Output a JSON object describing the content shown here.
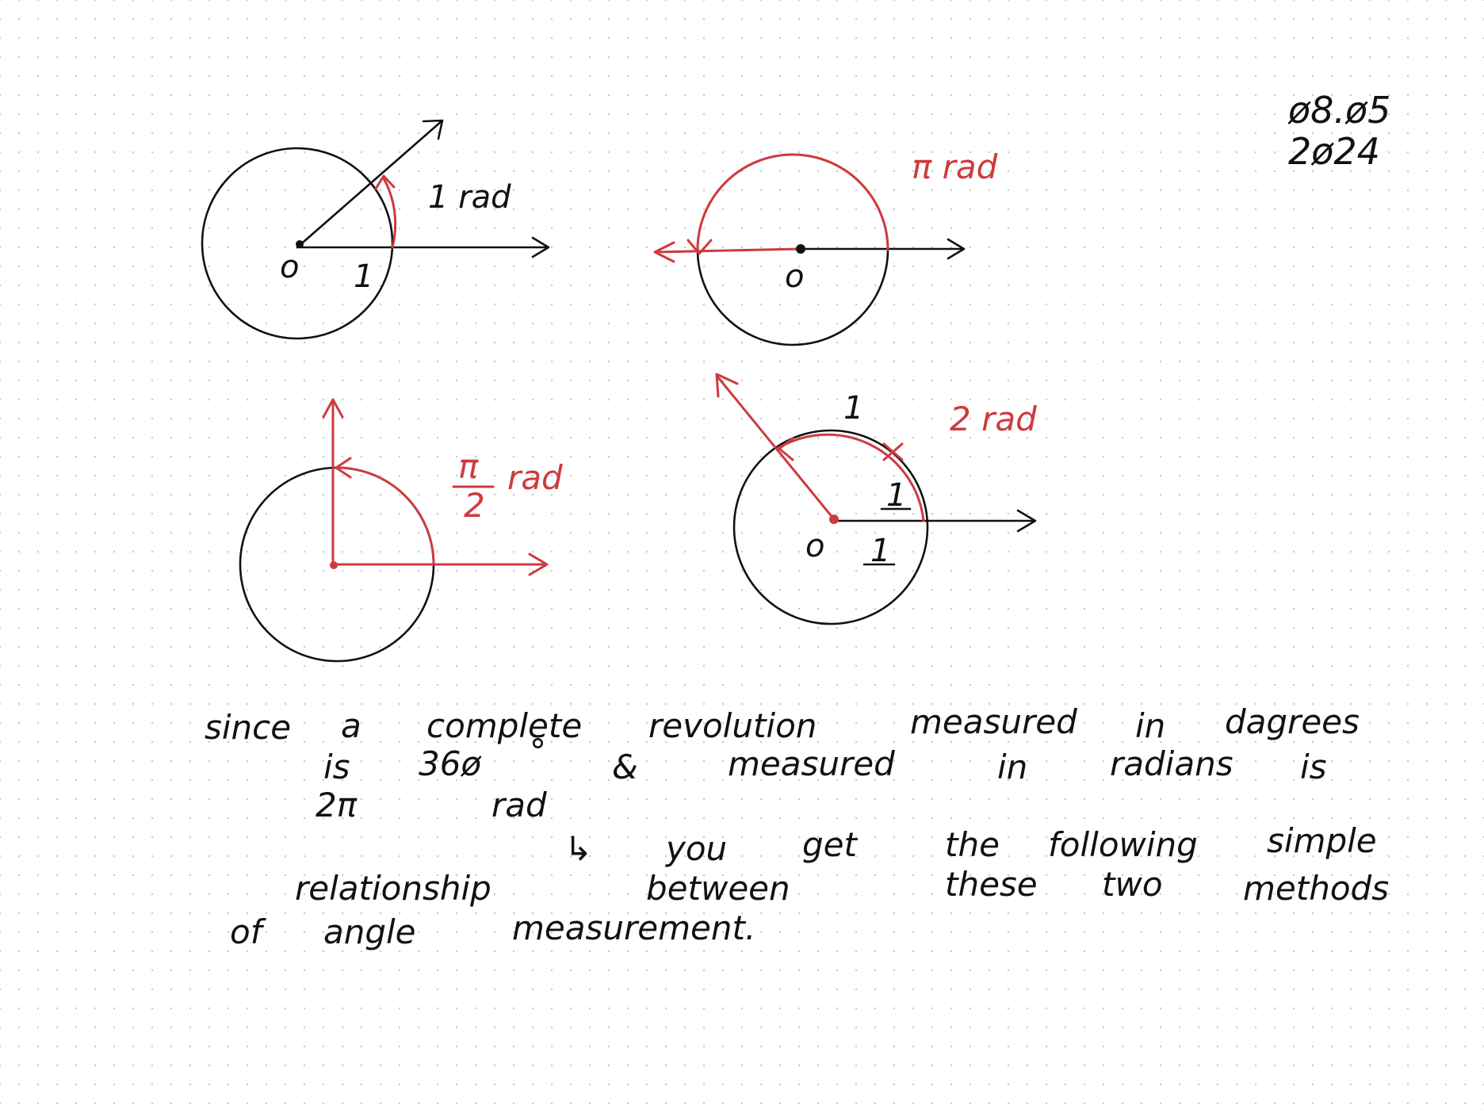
{
  "date": {
    "line1": "ø8.ø5",
    "line2": "2ø24"
  },
  "diagrams": {
    "one_rad": {
      "origin": "o",
      "radius": "1",
      "angle": "1 rad"
    },
    "pi_rad": {
      "origin": "o",
      "angle": "π rad"
    },
    "half_pi_rad": {
      "numerator": "π",
      "denominator": "2",
      "unit": "rad"
    },
    "two_rad": {
      "origin": "o",
      "arc_1": "1",
      "arc_2": "1",
      "radius": "1",
      "angle": "2 rad"
    }
  },
  "paragraph": {
    "w_since": "since",
    "w_a": "a",
    "w_complete": "complete",
    "w_revolution": "revolution",
    "w_measured_1": "measured",
    "w_in_1": "in",
    "w_degrees": "dagrees",
    "w_is_1": "is",
    "w_360": "36ø",
    "w_deg": "°",
    "w_and": "&",
    "w_measured_2": "measured",
    "w_in_2": "in",
    "w_radians": "radians",
    "w_is_2": "is",
    "w_2pi": "2π",
    "w_rad": "rad",
    "w_arrow": "↳",
    "w_you": "you",
    "w_get": "get",
    "w_the": "the",
    "w_following": "following",
    "w_simple": "simple",
    "w_relationship": "relationship",
    "w_between": "between",
    "w_these": "these",
    "w_two": "two",
    "w_methods": "methods",
    "w_of": "of",
    "w_angle": "angle",
    "w_measurement": "measurement."
  }
}
